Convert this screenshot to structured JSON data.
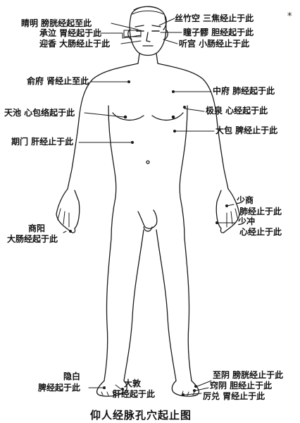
{
  "caption": "仰人经脉孔穴起止图",
  "corner_mark": "*",
  "labels": {
    "jingming": "睛明 膀胱经起至此",
    "chengqi": "承泣 胃经起于此",
    "yingxiang": "迎香 大肠经止于此",
    "sizhukong": "丝竹空 三焦经止于此",
    "tongziliao": "瞳子髎 胆经起于此",
    "tinggong": "听宫 小肠经止于此",
    "shufu": "俞府 肾经止至此",
    "zhongfu": "中府 肺经起于此",
    "tianchi": "天池 心包络起于此",
    "jiquan": "极泉 心经起于此",
    "dabao": "大包 脾经止于此",
    "qimen": "期门 肝经止于此",
    "shaoshang_1": "少商",
    "shaoshang_2": "肺经止于此",
    "shaochong_1": "少冲",
    "shaochong_2": "心经止于此",
    "shangyang_1": "商阳",
    "shangyang_2": "大肠经起于此",
    "yinbai_1": "隐白",
    "yinbai_2": "脾经起于此",
    "dadun_1": "大敦",
    "dadun_2": "肝经起于此",
    "zhiyin": "至阴 膀胱经止于此",
    "qiaoyin": "窍阴 胆经止于此",
    "lidui": "厉兑 胃经止于此"
  }
}
